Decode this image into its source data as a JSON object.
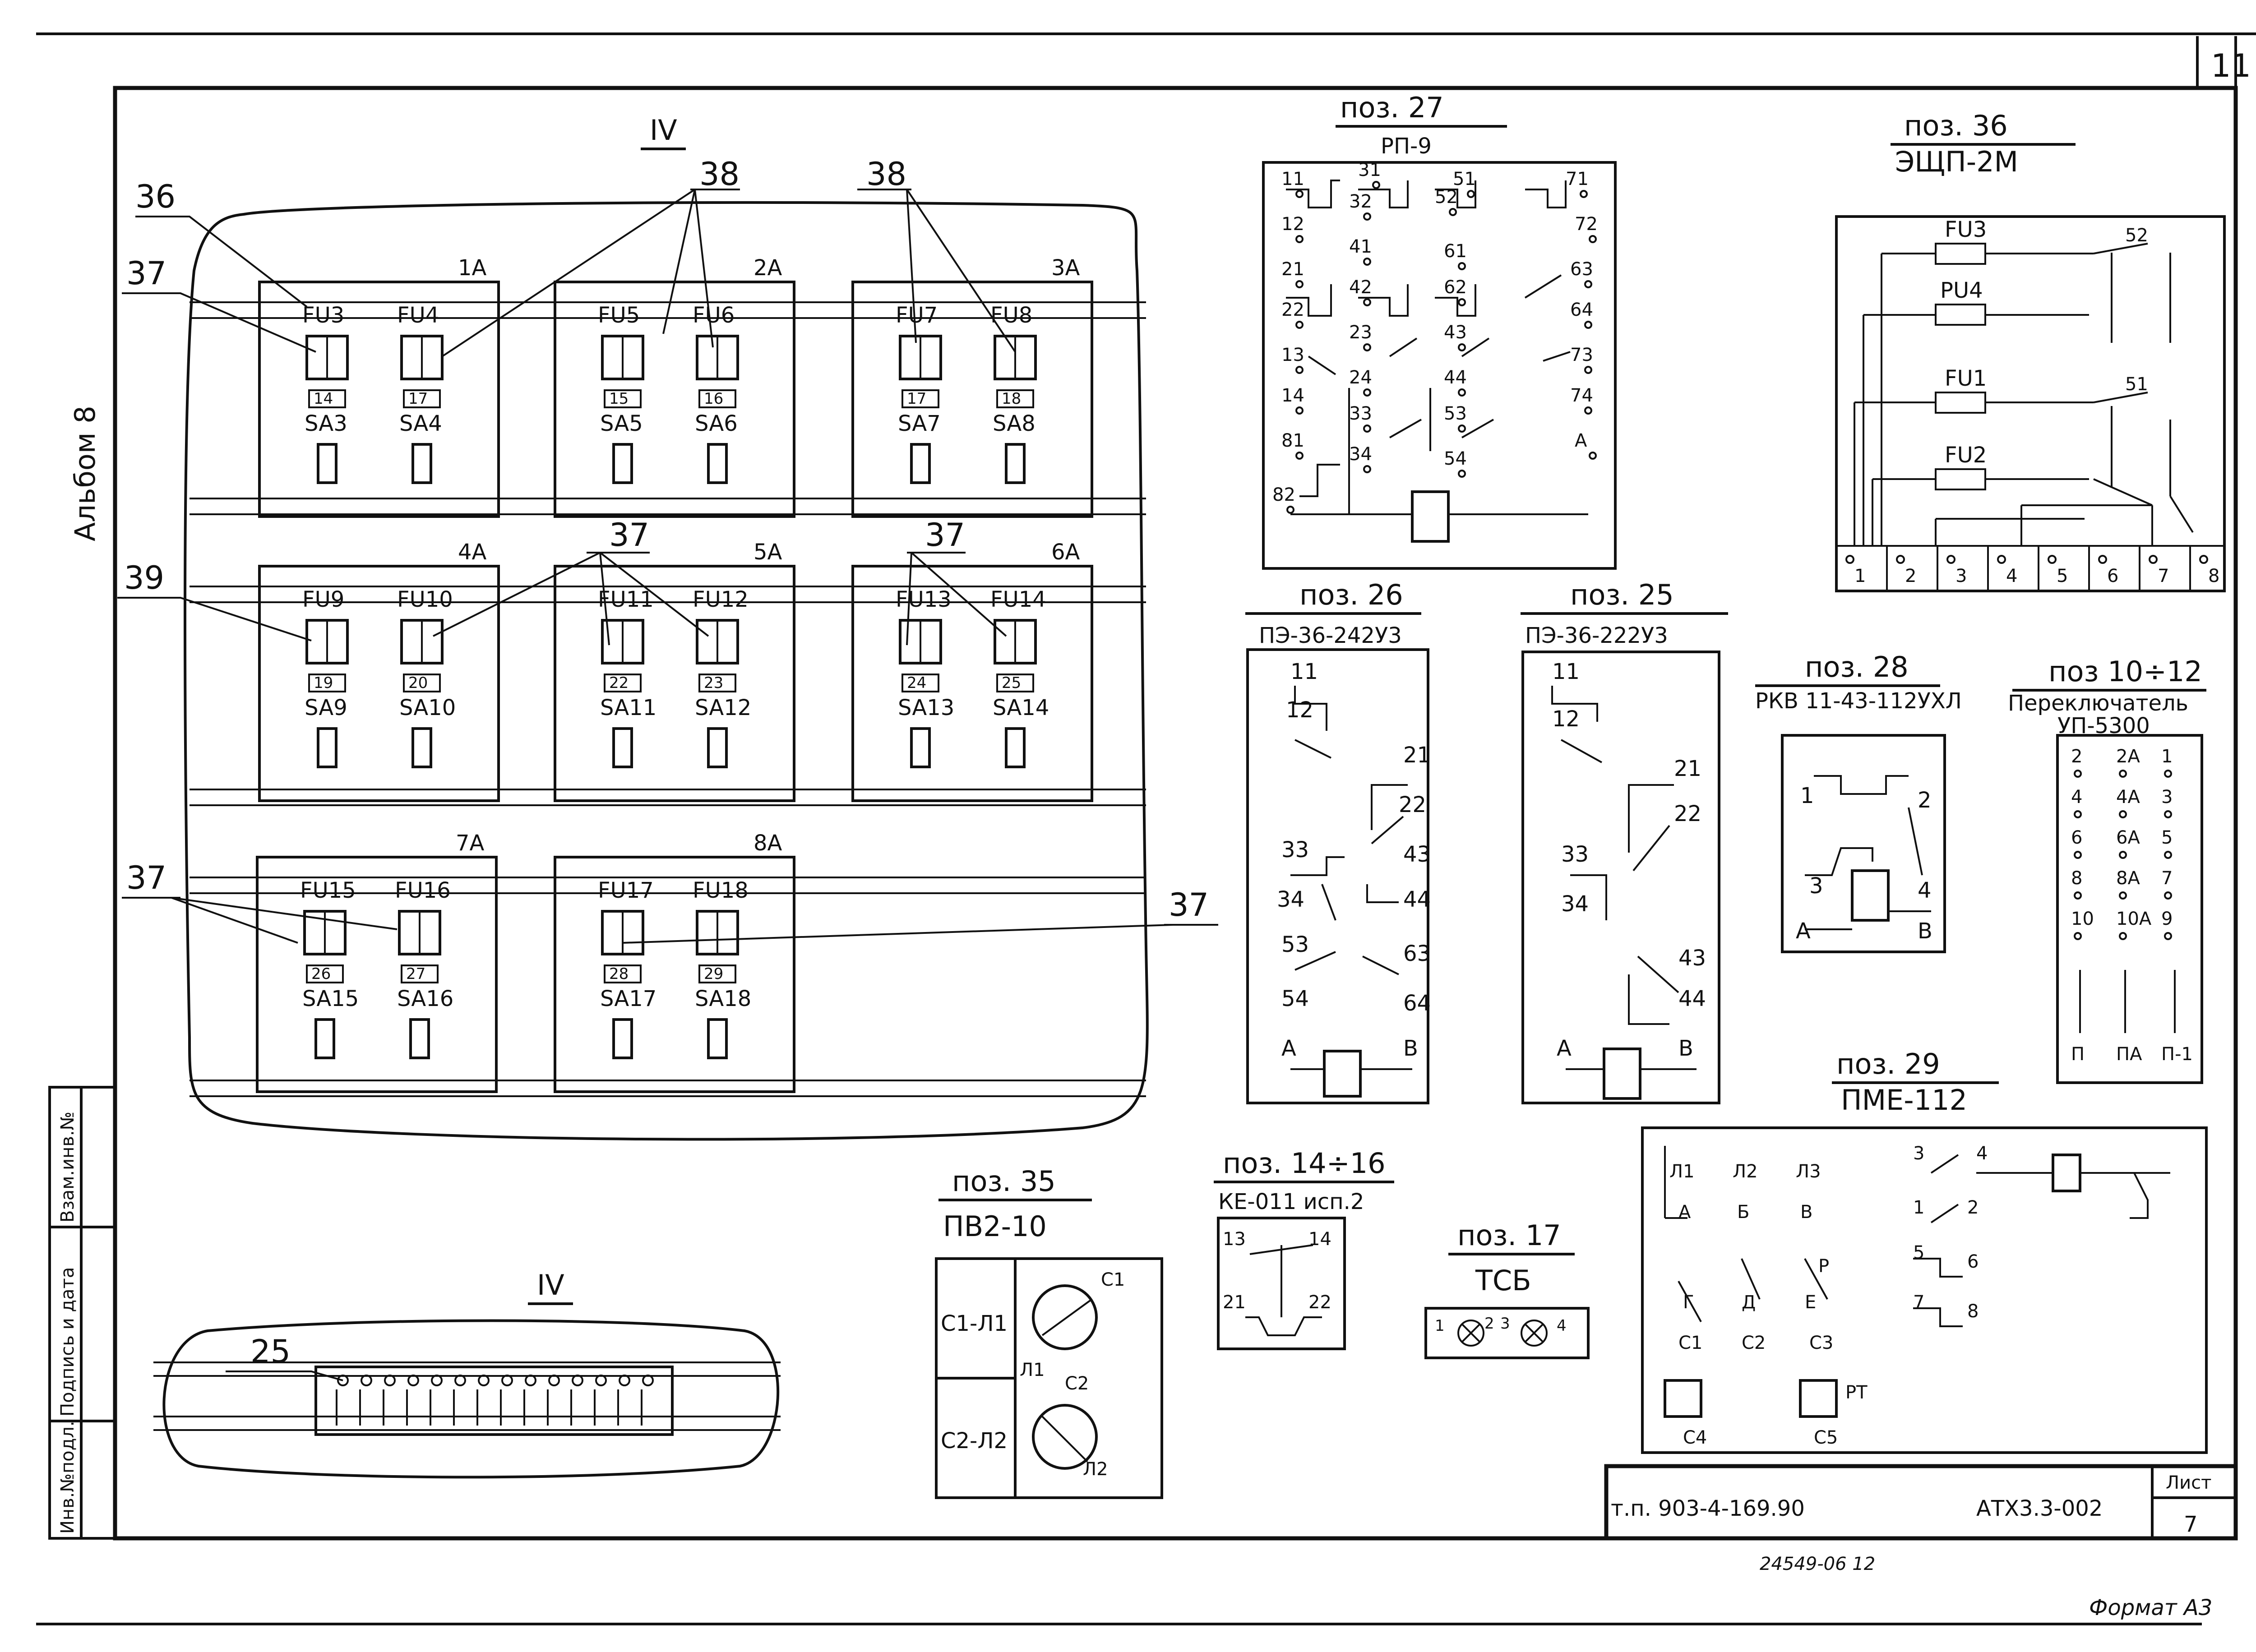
{
  "sheet": {
    "corner_number": "11",
    "album": "Альбом 8",
    "code": "т.п. 903-4-169.90",
    "doc": "АТХ3.3-002",
    "sheet_label": "Лист",
    "sheet_no": "7",
    "archive": "24549-06  12",
    "format": "Формат  А3",
    "stamp": [
      "Инв.№подл.",
      "Подпись и дата",
      "Взам.инв.№"
    ]
  },
  "panel": {
    "view_top": "IV",
    "view_bottom": "IV",
    "callouts": {
      "c36": "36",
      "c37a": "37",
      "c38a": "38",
      "c38b": "38",
      "c39": "39",
      "c37b": "37",
      "c37c": "37",
      "c37d": "37",
      "c37e": "37"
    },
    "modules": [
      {
        "id": "1A",
        "fu": [
          "FU3",
          "FU4"
        ],
        "num": [
          "14",
          "17"
        ],
        "sa": [
          "SA3",
          "SA4"
        ]
      },
      {
        "id": "2A",
        "fu": [
          "FU5",
          "FU6"
        ],
        "num": [
          "15",
          "16"
        ],
        "sa": [
          "SA5",
          "SA6"
        ]
      },
      {
        "id": "3A",
        "fu": [
          "FU7",
          "FU8"
        ],
        "num": [
          "17",
          "18"
        ],
        "sa": [
          "SA7",
          "SA8"
        ]
      },
      {
        "id": "4A",
        "fu": [
          "FU9",
          "FU10"
        ],
        "num": [
          "19",
          "20"
        ],
        "sa": [
          "SA9",
          "SA10"
        ]
      },
      {
        "id": "5A",
        "fu": [
          "FU11",
          "FU12"
        ],
        "num": [
          "22",
          "23"
        ],
        "sa": [
          "SA11",
          "SA12"
        ]
      },
      {
        "id": "6A",
        "fu": [
          "FU13",
          "FU14"
        ],
        "num": [
          "24",
          "25"
        ],
        "sa": [
          "SA13",
          "SA14"
        ]
      },
      {
        "id": "7A",
        "fu": [
          "FU15",
          "FU16"
        ],
        "num": [
          "26",
          "27"
        ],
        "sa": [
          "SA15",
          "SA16"
        ]
      },
      {
        "id": "8A",
        "fu": [
          "FU17",
          "FU18"
        ],
        "num": [
          "28",
          "29"
        ],
        "sa": [
          "SA17",
          "SA18"
        ]
      }
    ],
    "terminal_block_num": "25"
  },
  "positions": {
    "p27": {
      "title": "поз. 27",
      "type": "РП-9",
      "terms": [
        "11",
        "31",
        "51",
        "71",
        "12",
        "32",
        "52",
        "72",
        "21",
        "41",
        "61",
        "63",
        "22",
        "42",
        "62",
        "64",
        "13",
        "23",
        "43",
        "73",
        "14",
        "24",
        "44",
        "74",
        "81",
        "33",
        "53",
        "A",
        "82",
        "34",
        "54"
      ]
    },
    "p36": {
      "title": "поз. 36",
      "type": "ЭЩП-2М",
      "fu": [
        "FU3",
        "PU4",
        "FU1",
        "FU2"
      ],
      "terms": [
        "1",
        "2",
        "3",
        "4",
        "5",
        "6",
        "7",
        "8"
      ],
      "sw": [
        "52",
        "51"
      ]
    },
    "p26": {
      "title": "поз. 26",
      "type": "ПЭ-36-242У3",
      "terms": [
        "11",
        "12",
        "21",
        "22",
        "33",
        "43",
        "34",
        "44",
        "53",
        "63",
        "54",
        "64",
        "A",
        "B"
      ]
    },
    "p25": {
      "title": "поз. 25",
      "type": "ПЭ-36-222У3",
      "terms": [
        "11",
        "12",
        "21",
        "22",
        "33",
        "34",
        "43",
        "44",
        "A",
        "B"
      ]
    },
    "p28": {
      "title": "поз. 28",
      "type": "РКВ 11-43-112УХЛ",
      "terms": [
        "1",
        "2",
        "3",
        "4",
        "A",
        "B"
      ]
    },
    "p1012": {
      "title": "поз 10÷12",
      "type": "Переключатель",
      "model": "УП-5300",
      "rows": [
        [
          "2",
          "2A",
          "1"
        ],
        [
          "4",
          "4A",
          "3"
        ],
        [
          "6",
          "6A",
          "5"
        ],
        [
          "8",
          "8A",
          "7"
        ],
        [
          "10",
          "10A",
          "9"
        ],
        [
          "П",
          "ПА",
          "П-1"
        ]
      ]
    },
    "p29": {
      "title": "поз. 29",
      "type": "ПМЕ-112",
      "terms": [
        "Л1",
        "Л2",
        "Л3",
        "A",
        "Б",
        "B",
        "Г",
        "Д",
        "E",
        "C1",
        "C2",
        "C3",
        "C4",
        "C5",
        "P",
        "PT",
        "3",
        "4",
        "1",
        "2",
        "5",
        "6",
        "7",
        "8"
      ]
    },
    "p35": {
      "title": "поз. 35",
      "type": "ПВ2-10",
      "rows": [
        "C1-Л1",
        "C2-Л2"
      ],
      "terms": [
        "C1",
        "Л1",
        "C2",
        "Л2"
      ]
    },
    "p1416": {
      "title": "поз. 14÷16",
      "type": "КЕ-011 исп.2",
      "terms": [
        "13",
        "14",
        "21",
        "22"
      ]
    },
    "p17": {
      "title": "поз. 17",
      "type": "ТСБ",
      "terms": [
        "1",
        "2",
        "3",
        "4"
      ]
    }
  }
}
